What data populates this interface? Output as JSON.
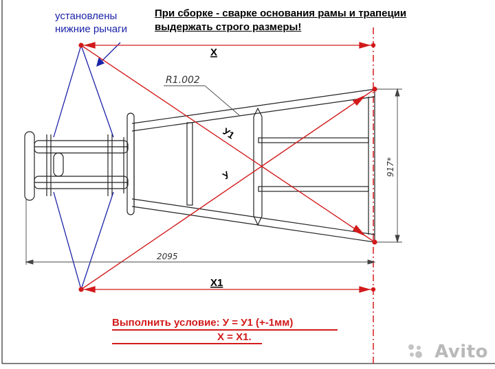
{
  "notes": {
    "lever_label_line1": "установлены",
    "lever_label_line2": "нижние рычаги",
    "title_line1": "При сборке - сварке основания рамы и трапеции",
    "title_line2": "выдержать строго размеры!"
  },
  "dimensions": {
    "x_top": "X",
    "x_bottom": "X1",
    "diag_y1": "У1",
    "diag_y": "У",
    "radius": "R1.002",
    "length": "2095",
    "height": "917*"
  },
  "condition": {
    "line1": "Выполнить условие:  У = У1 (+-1мм)",
    "line2": "X = X1."
  },
  "watermark": "Avito",
  "colors": {
    "red": "#d21a1a",
    "blue": "#1a22a8",
    "drawing": "#222222"
  }
}
